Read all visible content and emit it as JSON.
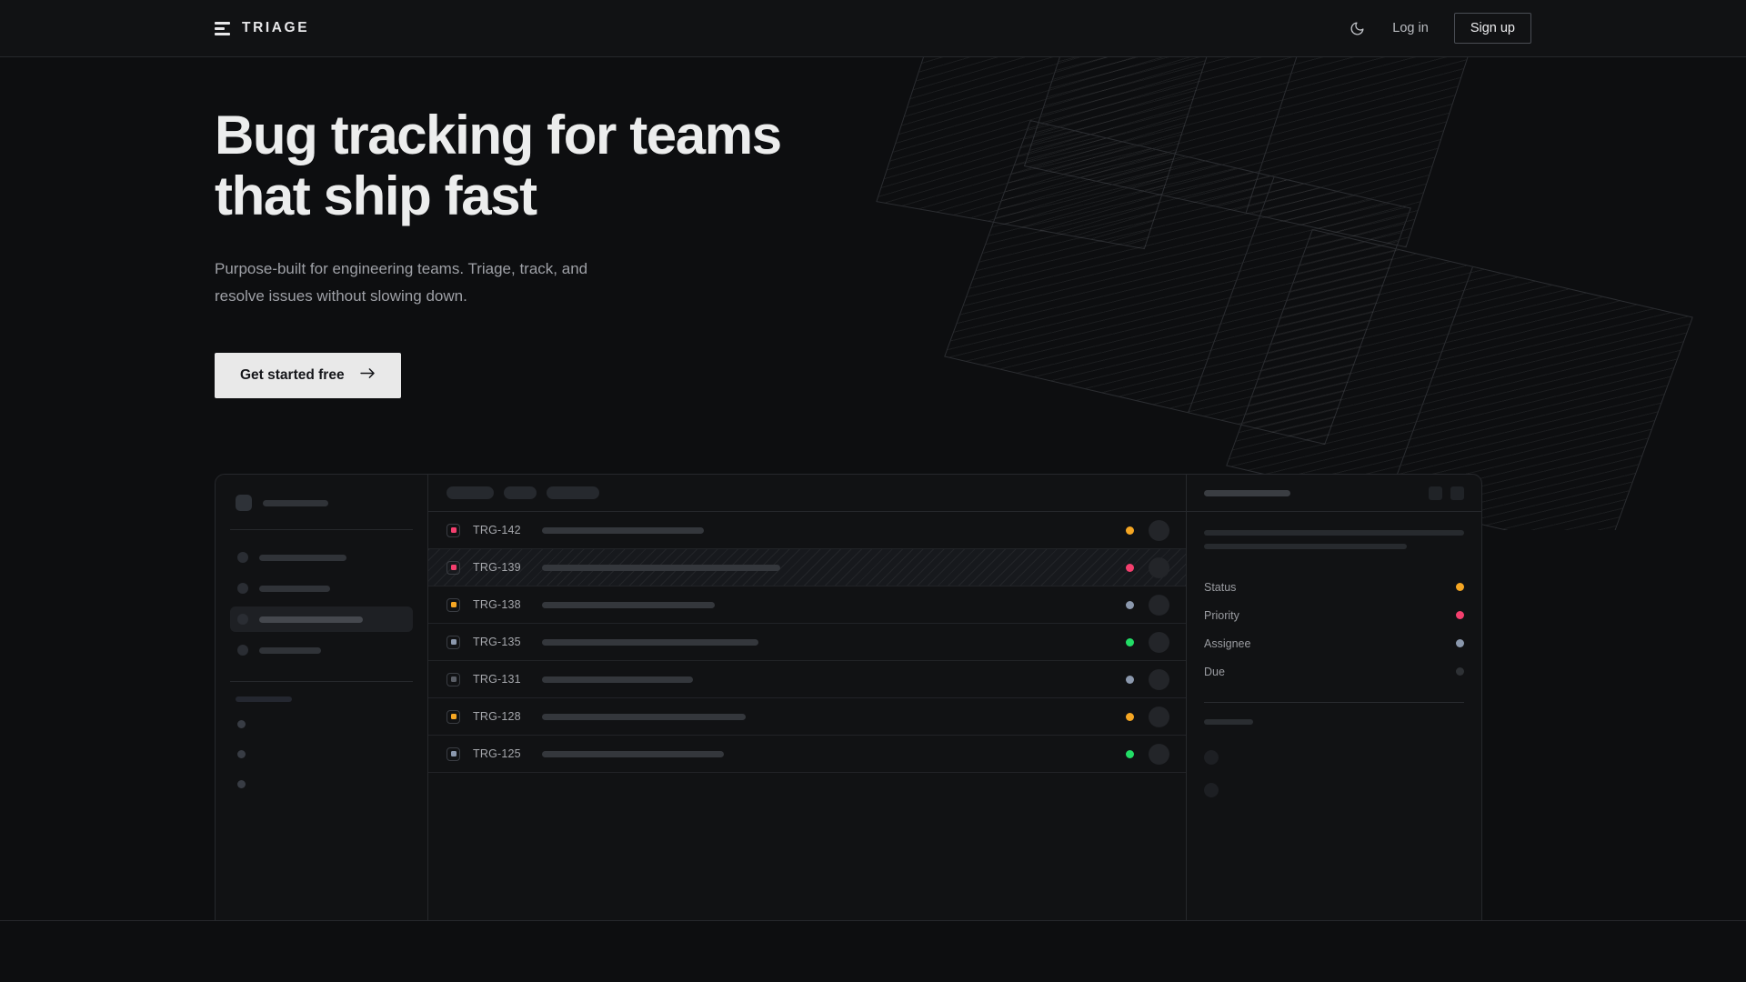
{
  "header": {
    "brand": "TRIAGE",
    "logo_icon": "stacked-bars-icon",
    "theme_toggle_icon": "moon-icon",
    "login_label": "Log in",
    "signup_label": "Sign up"
  },
  "hero": {
    "title": "Bug tracking for teams\nthat ship fast",
    "subtitle": "Purpose-built for engineering teams. Triage, track, and\nresolve issues without slowing down.",
    "cta_label": "Get started free",
    "cta_icon": "arrow-right-icon"
  },
  "colors": {
    "background": "#0d0e10",
    "surface": "#111214",
    "border": "#26282c",
    "text_primary": "#eceded",
    "text_muted": "#9ea0a6",
    "cta_bg": "#e9e9e9",
    "status_amber": "#f5a623",
    "status_pink": "#f43f6e",
    "status_green": "#22dd66",
    "status_slate": "#8b98ad",
    "status_none": "#2e3135"
  },
  "mockup": {
    "sidebar": {
      "user_placeholder_width": 72,
      "nav_items": [
        {
          "label_width": 96,
          "active": false
        },
        {
          "label_width": 78,
          "active": false
        },
        {
          "label_width": 114,
          "active": true
        },
        {
          "label_width": 68,
          "active": false
        }
      ],
      "section_label_width": 62,
      "mini_items": 3
    },
    "toolbar": {
      "filter_pills": [
        52,
        36,
        58
      ]
    },
    "rows": [
      {
        "id": "TRG-142",
        "badge_color": "#f43f6e",
        "title_width": 178,
        "status_color": "#f5a623",
        "selected": false
      },
      {
        "id": "TRG-139",
        "badge_color": "#f43f6e",
        "title_width": 262,
        "status_color": "#f43f6e",
        "selected": true
      },
      {
        "id": "TRG-138",
        "badge_color": "#f5a623",
        "title_width": 190,
        "status_color": "#8b98ad",
        "selected": false
      },
      {
        "id": "TRG-135",
        "badge_color": "#8b98ad",
        "title_width": 238,
        "status_color": "#22dd66",
        "selected": false
      },
      {
        "id": "TRG-131",
        "badge_color": "#5a5e66",
        "title_width": 166,
        "status_color": "#8b98ad",
        "selected": false
      },
      {
        "id": "TRG-128",
        "badge_color": "#f5a623",
        "title_width": 224,
        "status_color": "#f5a623",
        "selected": false
      },
      {
        "id": "TRG-125",
        "badge_color": "#8b98ad",
        "title_width": 200,
        "status_color": "#22dd66",
        "selected": false
      }
    ],
    "detail": {
      "title_placeholder_width": 95,
      "action_buttons": 2,
      "meta": [
        {
          "label": "Status",
          "color": "#f5a623"
        },
        {
          "label": "Priority",
          "color": "#f43f6e"
        },
        {
          "label": "Assignee",
          "color": "#8b98ad"
        },
        {
          "label": "Due",
          "color": "#2e3135"
        }
      ],
      "activity_items": 2
    }
  }
}
